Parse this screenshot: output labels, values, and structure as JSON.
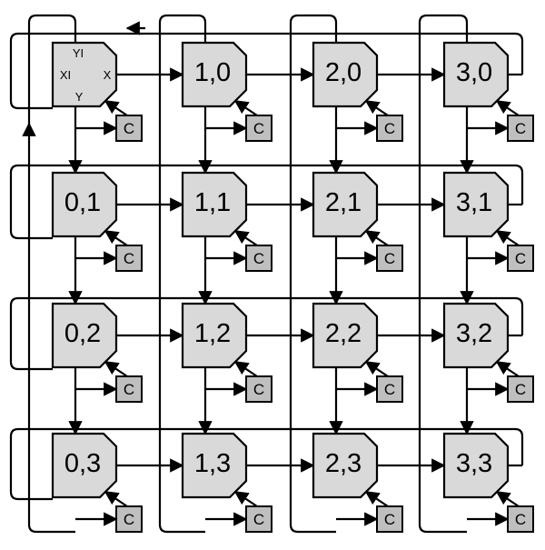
{
  "colors": {
    "background": "#ffffff",
    "stroke": "#000000",
    "pe_fill": "#d9d9d9",
    "c_fill": "#bfbfbf"
  },
  "cells": [
    [
      {
        "label": "",
        "ports": {
          "yi": "YI",
          "xi": "XI",
          "x": "X",
          "y": "Y"
        }
      },
      {
        "label": "1,0"
      },
      {
        "label": "2,0"
      },
      {
        "label": "3,0"
      }
    ],
    [
      {
        "label": "0,1"
      },
      {
        "label": "1,1"
      },
      {
        "label": "2,1"
      },
      {
        "label": "3,1"
      }
    ],
    [
      {
        "label": "0,2"
      },
      {
        "label": "1,2"
      },
      {
        "label": "2,2"
      },
      {
        "label": "3,2"
      }
    ],
    [
      {
        "label": "0,3"
      },
      {
        "label": "1,3"
      },
      {
        "label": "2,3"
      },
      {
        "label": "3,3"
      }
    ]
  ],
  "config_label": "C"
}
